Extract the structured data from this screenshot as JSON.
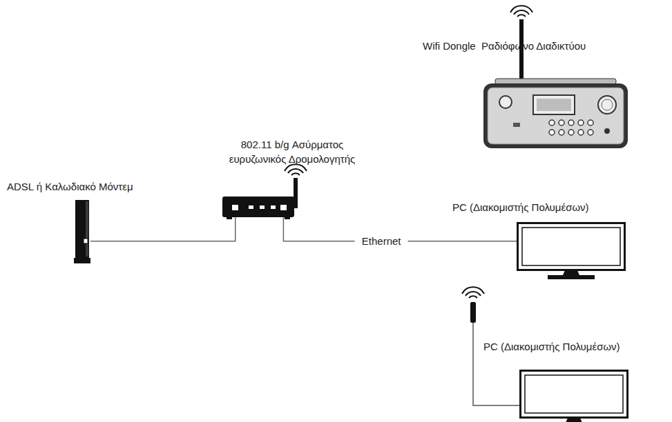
{
  "diagram": {
    "nodes": [
      {
        "text": [
          "ADSL ή Καλωδιακό Μόντεμ"
        ]
      },
      {
        "text": [
          "802.11 b/g Ασύρματος ευρυζωνικός Δρομολογητής"
        ]
      },
      {
        "text": [
          "Wifi Dongle  Ραδιόφωνο Διαδικτύου"
        ]
      },
      {
        "text": [
          "PC (Διακομιστής Πολυμέσων)"
        ]
      },
      {
        "text": [
          "PC (Διακομιστής Πολυμέσων)"
        ]
      }
    ],
    "edges": [
      {
        "from": 0,
        "to": 1,
        "arrow": "none"
      },
      {
        "from": 1,
        "to": 3,
        "arrow": "none",
        "label": "Ethernet"
      }
    ]
  }
}
